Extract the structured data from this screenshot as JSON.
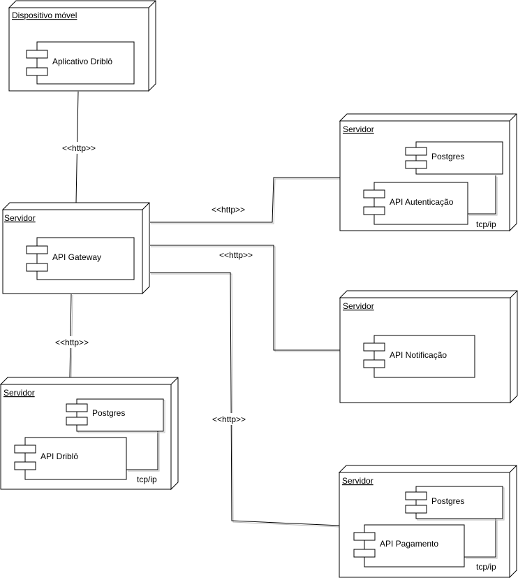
{
  "nodes": {
    "mobile": {
      "title": "Dispositivo móvel",
      "component": "Aplicativo Driblô"
    },
    "gateway": {
      "title": "Servidor",
      "component": "API Gateway"
    },
    "driblo": {
      "title": "Servidor",
      "db": "Postgres",
      "component": "API Driblô",
      "db_link": "tcp/ip"
    },
    "auth": {
      "title": "Servidor",
      "db": "Postgres",
      "component": "API Autenticação",
      "db_link": "tcp/ip"
    },
    "notif": {
      "title": "Servidor",
      "component": "API Notificação"
    },
    "payment": {
      "title": "Servidor",
      "db": "Postgres",
      "component": "API Pagamento",
      "db_link": "tcp/ip"
    }
  },
  "connections": {
    "mobile_gateway": "<<http>>",
    "gateway_auth": "<<http>>",
    "gateway_notif": "<<http>>",
    "gateway_driblo": "<<http>>",
    "gateway_payment": "<<http>>"
  }
}
